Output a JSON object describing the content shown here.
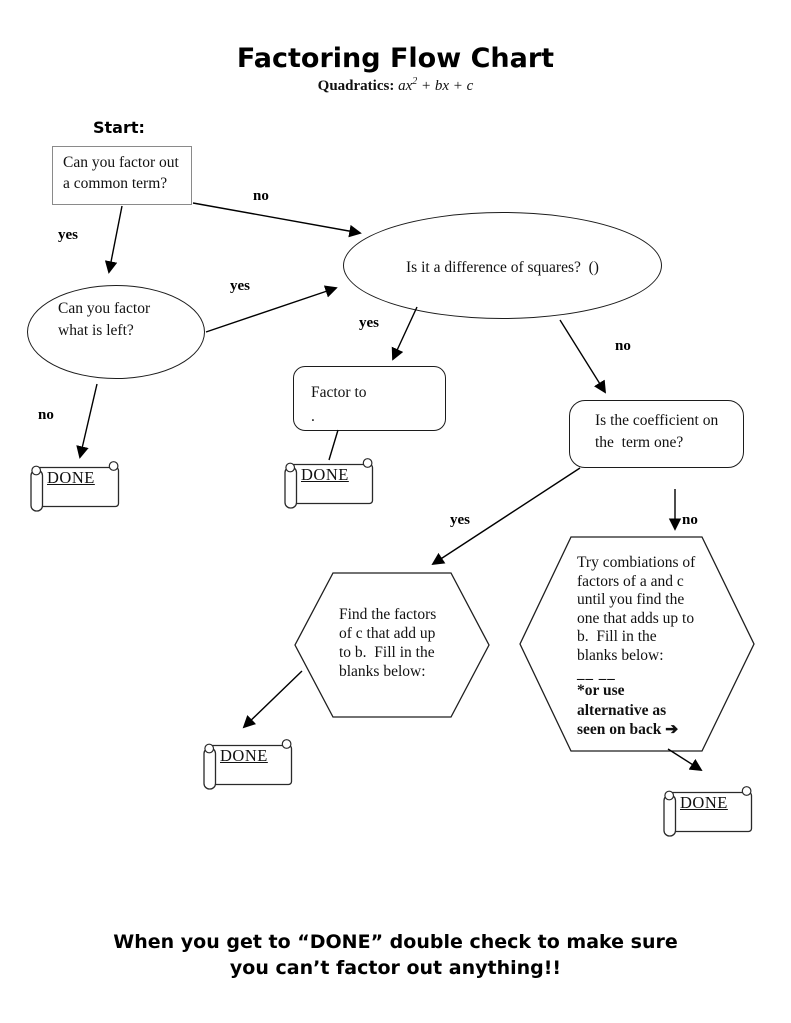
{
  "colors": {
    "ink": "#000000",
    "first_box_border": "#8a8a8a"
  },
  "title": "Factoring Flow Chart",
  "subtitle": {
    "label": "Quadratics:",
    "formula_a": "ax",
    "formula_exp": "2",
    "formula_rest": " + bx + c"
  },
  "start_label": "Start:",
  "nodes": {
    "common_term": {
      "lines": [
        "Can you factor out",
        "a common term?"
      ]
    },
    "difference_of_squares": {
      "text": "Is it a difference of squares?  ()"
    },
    "factor_left": {
      "lines": [
        "Can you factor",
        "what is left?"
      ]
    },
    "factor_to": {
      "lines": [
        "Factor to",
        "."
      ]
    },
    "coefficient": {
      "lines": [
        "Is the coefficient on",
        "the  term one?"
      ]
    },
    "find_factors": {
      "lines": [
        "Find the factors",
        "of c that add up",
        "to b.  Fill in the",
        "blanks below:"
      ]
    },
    "try_combinations": {
      "lines": [
        "Try combiations of",
        "factors of a and c",
        "until you find the",
        "one that adds up to",
        "b.  Fill in the",
        "blanks below:"
      ],
      "blanks": "__ __",
      "bold_lines": [
        "*or use",
        "alternative as",
        "seen on back ➔"
      ]
    },
    "done_label": "DONE"
  },
  "edge_labels": {
    "common_no": "no",
    "common_yes": "yes",
    "left_yes": "yes",
    "left_no": "no",
    "squares_yes": "yes",
    "squares_no": "no",
    "coeff_yes": "yes",
    "coeff_no": "no"
  },
  "footer": {
    "lines": [
      "When you get to “DONE” double check to make sure",
      "you can’t factor out anything!!"
    ]
  }
}
